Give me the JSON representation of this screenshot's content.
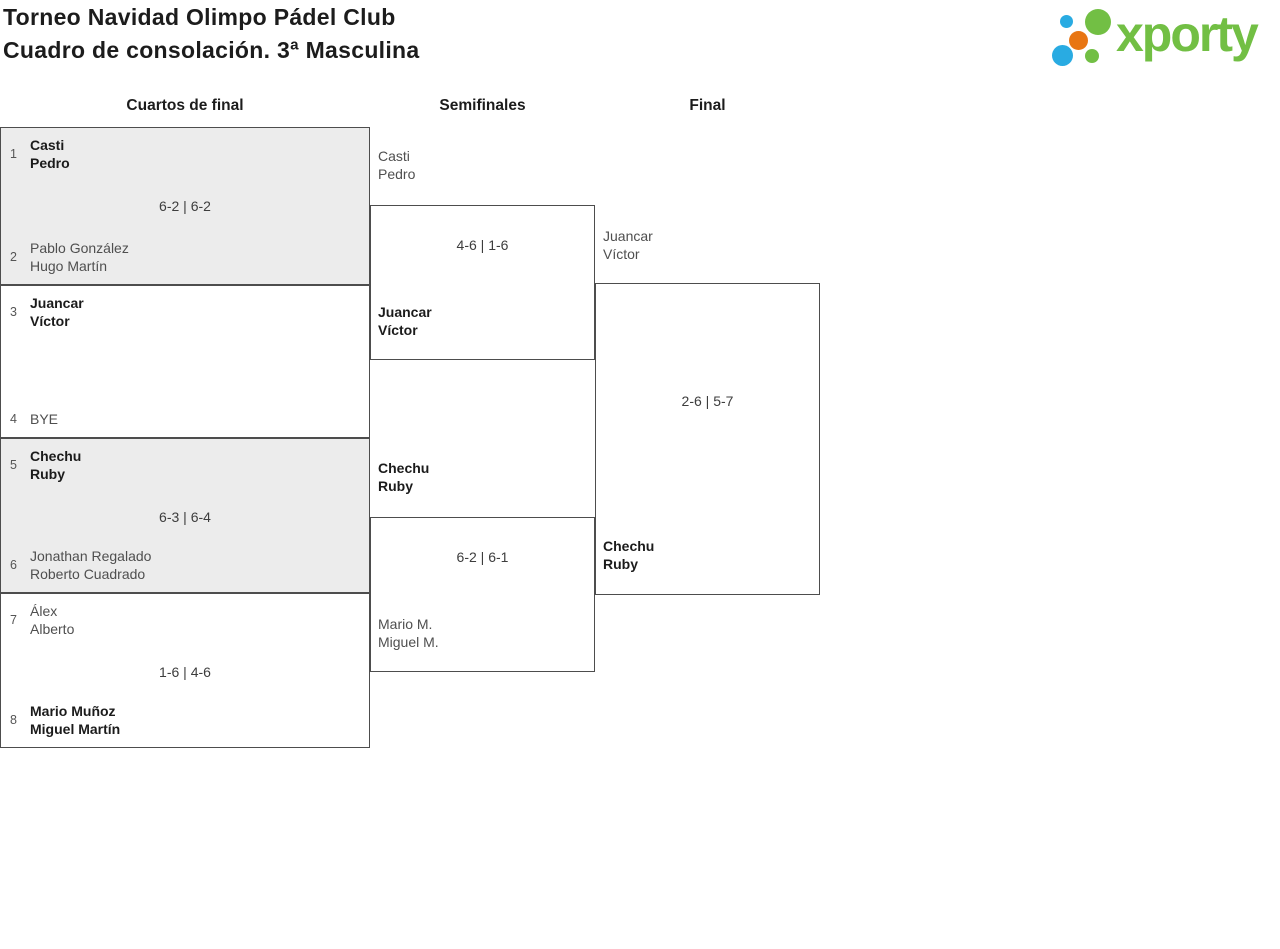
{
  "header": {
    "title_line1": "Torneo Navidad Olimpo Pádel Club",
    "title_line2": "Cuadro de consolación. 3ª Masculina"
  },
  "logo": {
    "text": "xporty",
    "green": "#72bf44",
    "blue": "#29abe2",
    "orange": "#e87613"
  },
  "round_headers": [
    "Cuartos de final",
    "Semifinales",
    "Final"
  ],
  "bracket": {
    "quarterfinals": [
      {
        "shaded": true,
        "top_seed": "1",
        "top": {
          "line1": "Casti",
          "line2": "Pedro",
          "winner": true
        },
        "score": "6-2 | 6-2",
        "bottom_seed": "2",
        "bottom": {
          "line1": "Pablo González",
          "line2": "Hugo Martín",
          "winner": false
        }
      },
      {
        "shaded": false,
        "top_seed": "3",
        "top": {
          "line1": "Juancar",
          "line2": "Víctor",
          "winner": true
        },
        "score": "",
        "bottom_seed": "4",
        "bottom": {
          "line1": "BYE",
          "line2": "",
          "winner": false
        }
      },
      {
        "shaded": true,
        "top_seed": "5",
        "top": {
          "line1": "Chechu",
          "line2": "Ruby",
          "winner": true
        },
        "score": "6-3 | 6-4",
        "bottom_seed": "6",
        "bottom": {
          "line1": "Jonathan Regalado",
          "line2": "Roberto Cuadrado",
          "winner": false
        }
      },
      {
        "shaded": false,
        "top_seed": "7",
        "top": {
          "line1": "Álex",
          "line2": "Alberto",
          "winner": false
        },
        "score": "1-6 | 4-6",
        "bottom_seed": "8",
        "bottom": {
          "line1": "Mario Muñoz",
          "line2": "Miguel Martín",
          "winner": true
        }
      }
    ],
    "semifinals": [
      {
        "top": {
          "line1": "Casti",
          "line2": "Pedro",
          "winner": false
        },
        "score": "4-6 | 1-6",
        "bottom": {
          "line1": "Juancar",
          "line2": "Víctor",
          "winner": true
        }
      },
      {
        "top": {
          "line1": "Chechu",
          "line2": "Ruby",
          "winner": true
        },
        "score": "6-2 | 6-1",
        "bottom": {
          "line1": "Mario M.",
          "line2": "Miguel M.",
          "winner": false
        }
      }
    ],
    "final": {
      "top": {
        "line1": "Juancar",
        "line2": "Víctor",
        "winner": false
      },
      "score": "2-6 | 5-7",
      "bottom": {
        "line1": "Chechu",
        "line2": "Ruby",
        "winner": true
      }
    }
  }
}
